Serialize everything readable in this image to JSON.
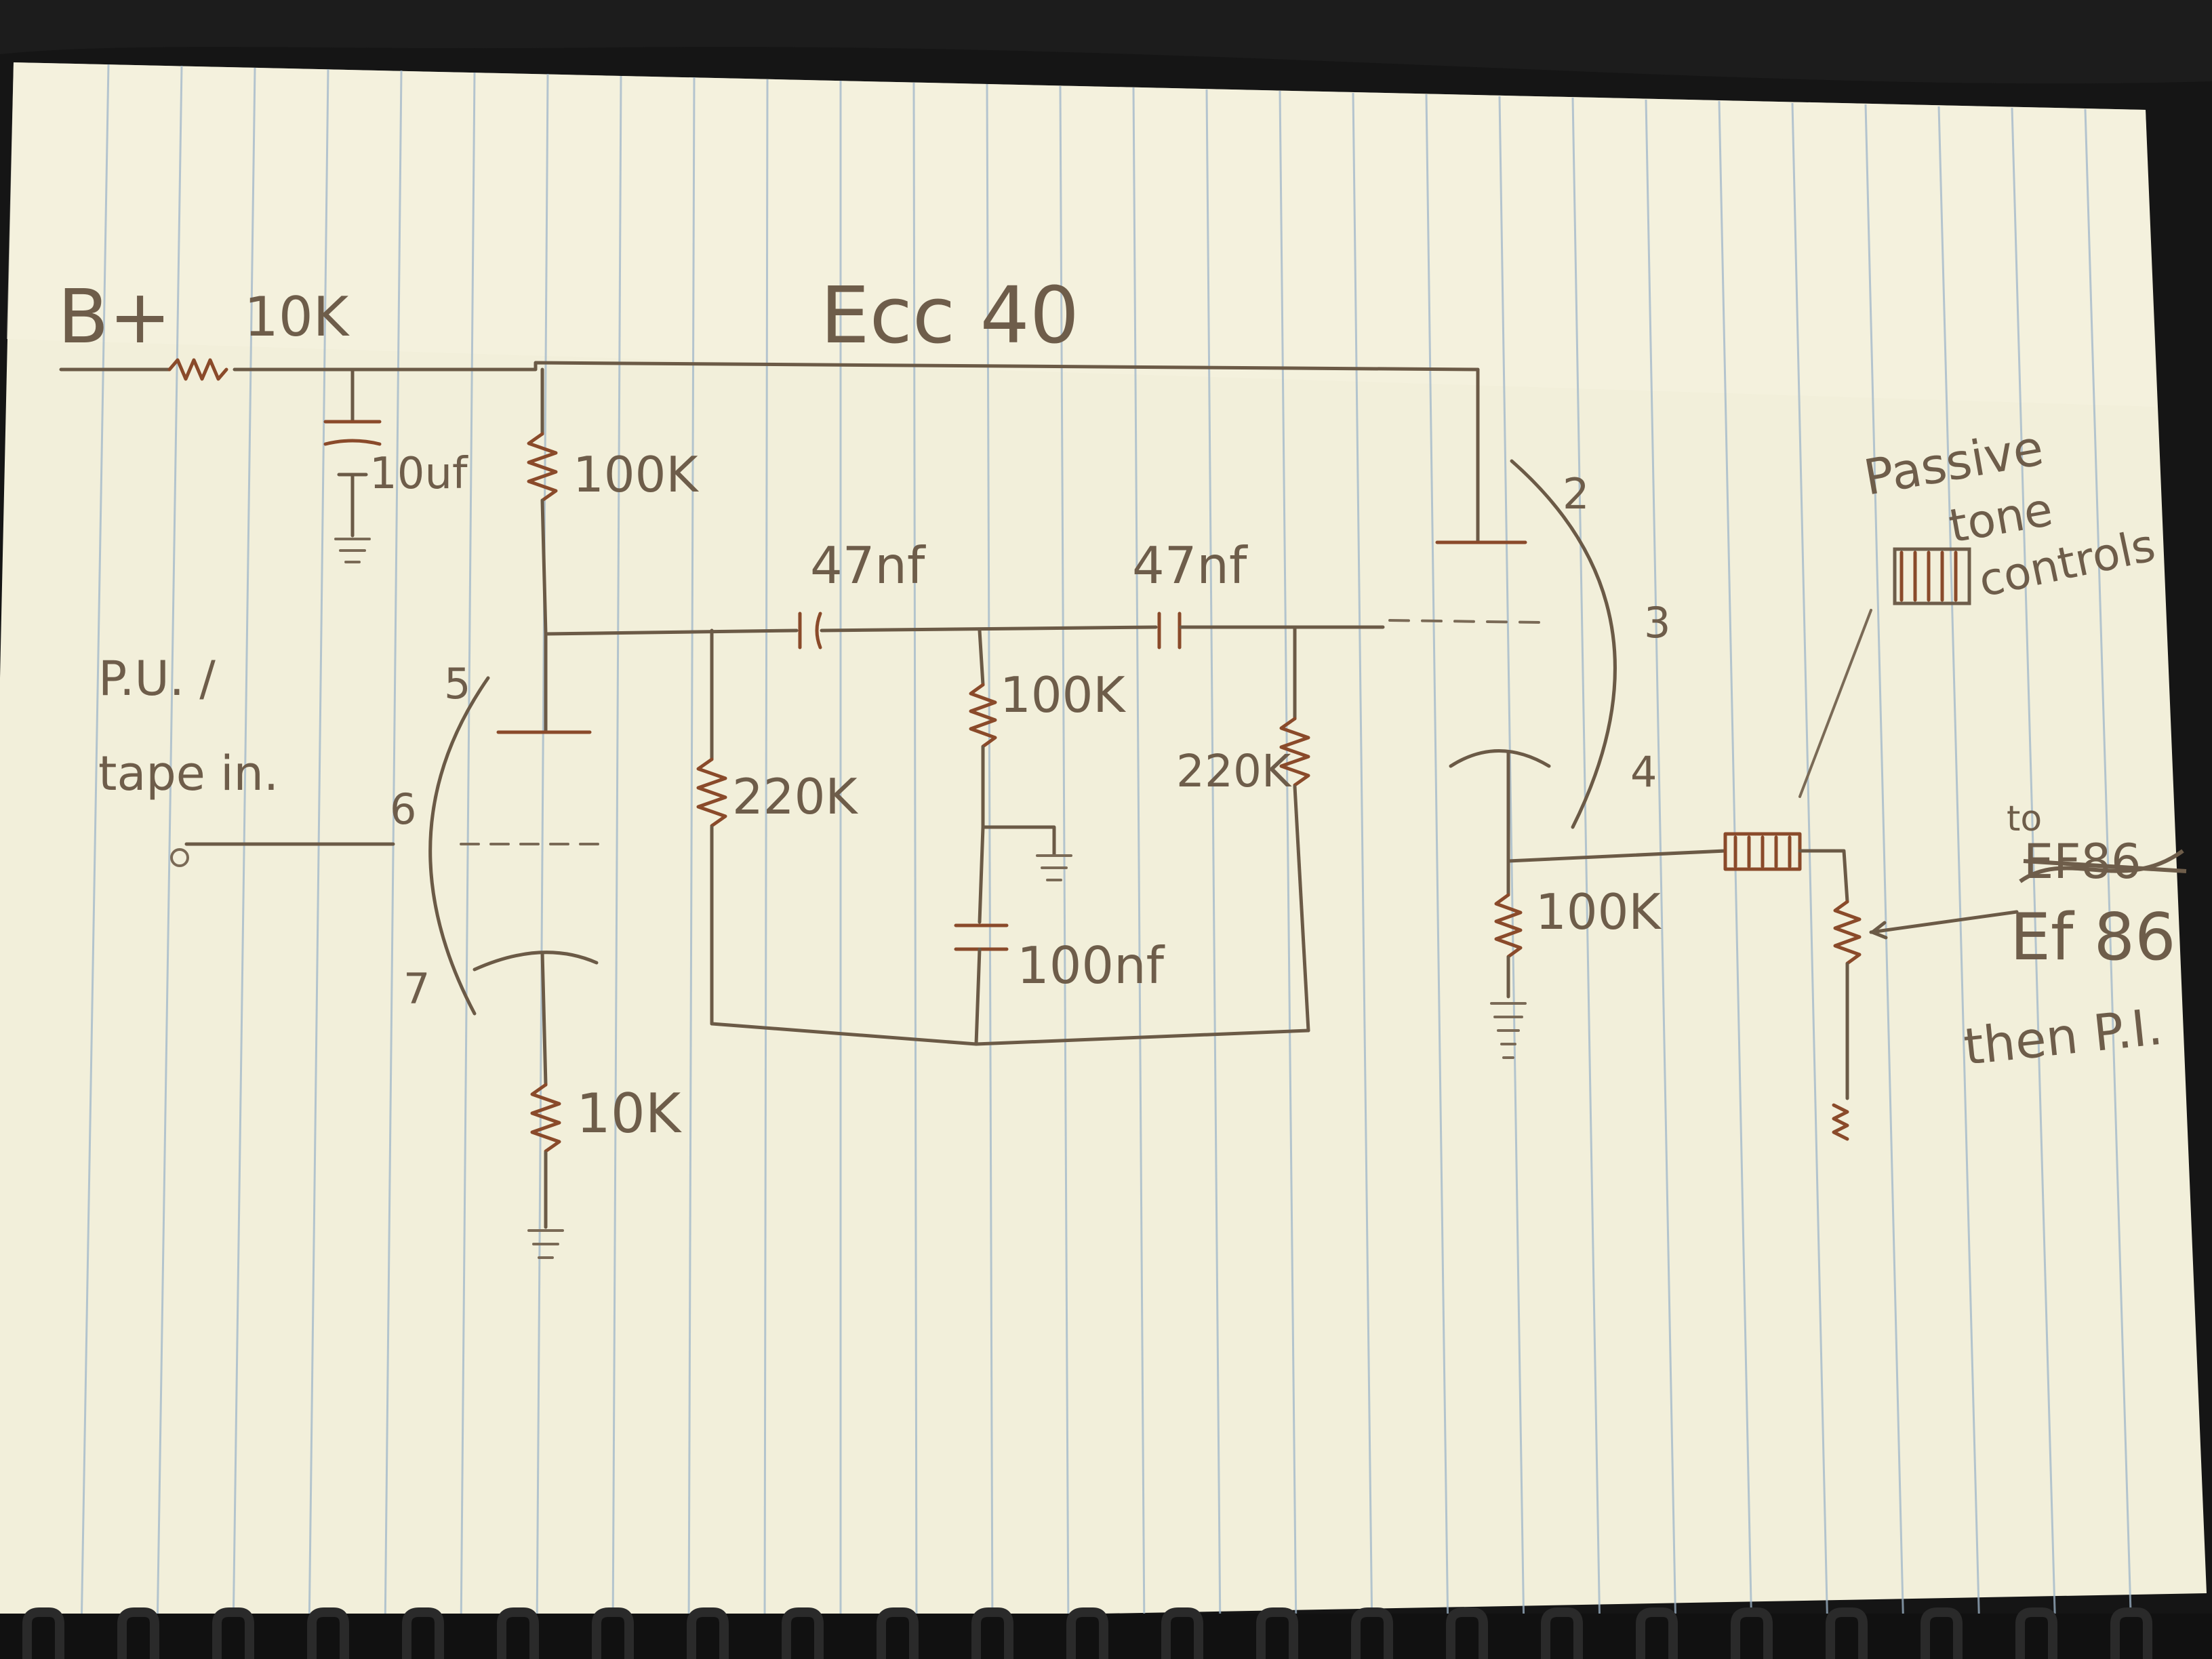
{
  "diagram": {
    "tube_label": "Ecc 40",
    "supply_label": "B+",
    "input_label_line1": "P.U. /",
    "input_label_line2": "tape in.",
    "output_label_line1": "Passive",
    "output_label_line2": "tone",
    "output_label_line3": "controls",
    "next_stage_to": "to",
    "next_stage_struck": "EF86",
    "next_stage_line1": "Ef 86",
    "next_stage_line2": "then P.I.",
    "pins": [
      "5",
      "6",
      "7",
      "2",
      "3",
      "4"
    ],
    "components": {
      "r_supply": "10K",
      "c_supply": "10uf",
      "r_plate1": "100K",
      "c_couple1": "47nf",
      "c_couple2": "47nf",
      "r_grid_leak1": "220K",
      "r_mid": "100K",
      "c_bypass": "100nf",
      "r_grid_leak2": "220K",
      "r_cathode1": "10K",
      "r_cathode2": "100K"
    }
  }
}
